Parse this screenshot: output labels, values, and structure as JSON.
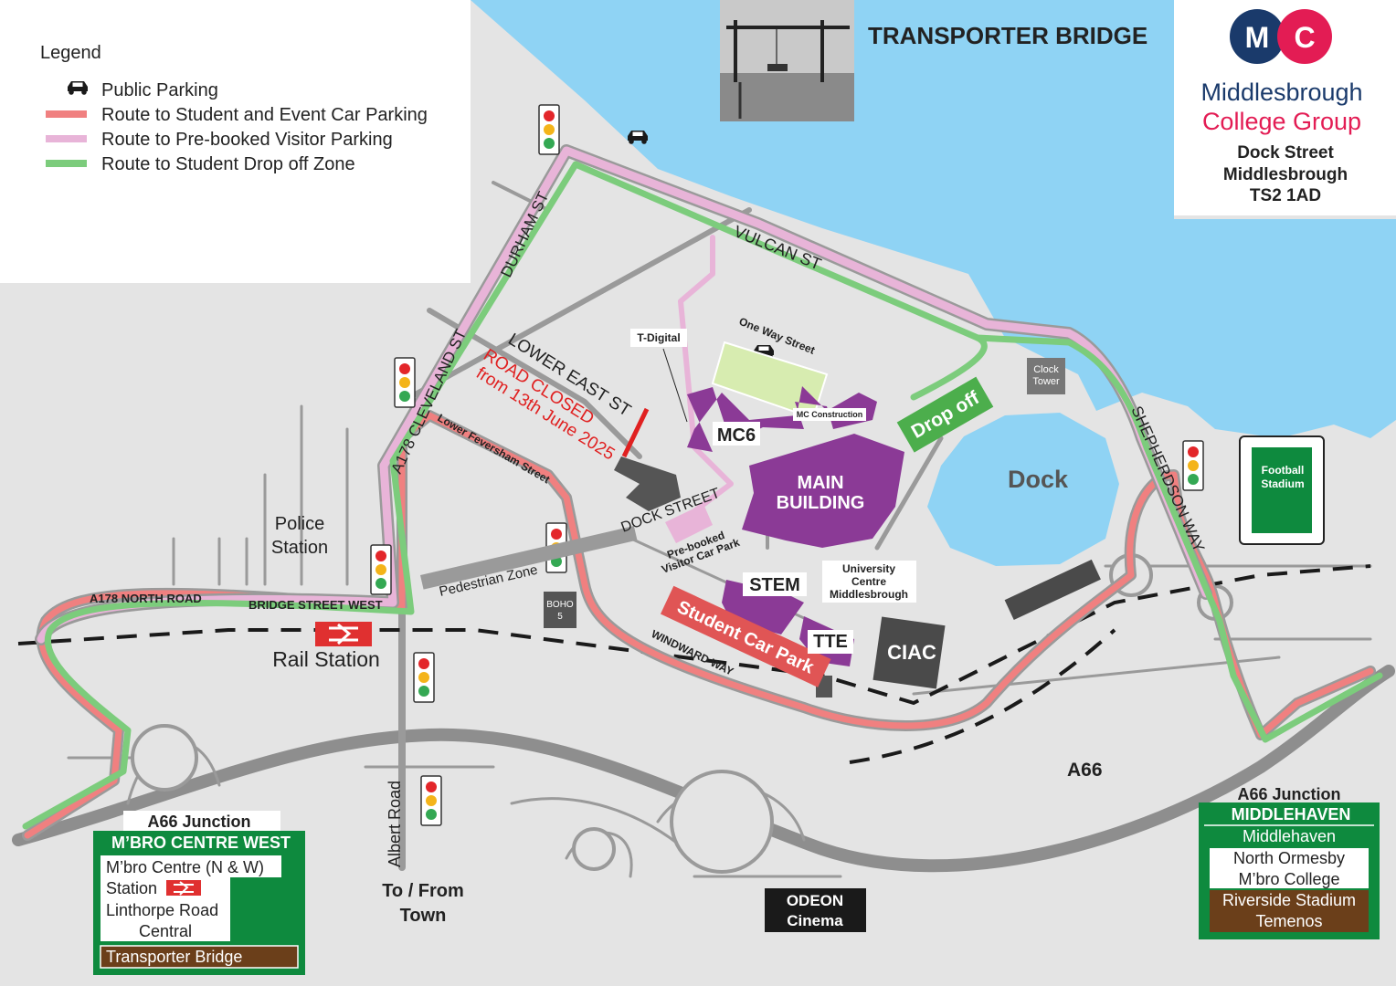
{
  "legend": {
    "title": "Legend",
    "items": [
      {
        "label": "Public Parking",
        "icon": "car-icon"
      },
      {
        "label": "Route to Student and Event Car Parking",
        "color": "#f08080"
      },
      {
        "label": "Route to Pre-booked Visitor Parking",
        "color": "#e8b4d8"
      },
      {
        "label": "Route to Student Drop off Zone",
        "color": "#7ccc7c"
      }
    ]
  },
  "colors": {
    "water": "#8fd3f4",
    "land": "#e4e4e4",
    "road": "#999999",
    "building": "#8b3a96",
    "red_route": "#f08080",
    "pink_route": "#e8b4d8",
    "green_route": "#7ccc7c",
    "sign_green": "#0e8a3e",
    "sign_brown": "#6b3f1a",
    "closed_text": "#e02020"
  },
  "header": {
    "transporter_title": "TRANSPORTER BRIDGE",
    "logo_m": "M",
    "logo_c": "C",
    "brand_line1": "Middlesbrough",
    "brand_line2": "College Group",
    "address": [
      "Dock Street",
      "Middlesbrough",
      "TS2 1AD"
    ]
  },
  "streets": {
    "durham": "DURHAM ST",
    "cleveland": "A178 CLEVELAND ST",
    "vulcan": "VULCAN ST",
    "lower_east": "LOWER EAST ST",
    "road_closed_1": "ROAD CLOSED",
    "road_closed_2": "from 13th June 2025",
    "lower_feversham": "Lower Feversham Street",
    "dock_street": "DOCK STREET",
    "one_way": "One Way Street",
    "shepherdson": "SHEPHERDSON WAY",
    "north_road": "A178  NORTH ROAD",
    "bridge_street_west": "BRIDGE STREET WEST",
    "windward": "WINDWARD WAY",
    "pedestrian": "Pedestrian Zone",
    "albert": "Albert Road",
    "a66": "A66"
  },
  "places": {
    "t_digital": "T-Digital",
    "mc6": "MC6",
    "mc_construction": "MC Construction",
    "main_building": [
      "MAIN",
      "BUILDING"
    ],
    "drop_off": "Drop off",
    "clock_tower": [
      "Clock",
      "Tower"
    ],
    "dock": "Dock",
    "visitor_car_park": [
      "Pre-booked",
      "Visitor Car Park"
    ],
    "stem": "STEM",
    "tte": "TTE",
    "university": [
      "University",
      "Centre",
      "Middlesbrough"
    ],
    "student_car_park": "Student Car Park",
    "ciac": "CIAC",
    "boho": [
      "BOHO",
      "5"
    ],
    "police": [
      "Police",
      "Station"
    ],
    "rail_station": "Rail Station",
    "football": [
      "Football",
      "Stadium"
    ],
    "to_from_town": [
      "To / From",
      "Town"
    ],
    "odeon": [
      "ODEON",
      "Cinema"
    ]
  },
  "signs": {
    "west": {
      "junction": "A66 Junction",
      "header": "M’BRO CENTRE WEST",
      "lines": [
        "M’bro Centre (N & W)",
        "Station",
        "Linthorpe Road",
        "Central"
      ],
      "brown": "Transporter Bridge"
    },
    "east": {
      "junction": "A66 Junction",
      "header": "MIDDLEHAVEN",
      "sub": "Middlehaven",
      "lines": [
        "North Ormesby",
        "M’bro College"
      ],
      "brown": [
        "Riverside Stadium",
        "Temenos"
      ]
    }
  }
}
